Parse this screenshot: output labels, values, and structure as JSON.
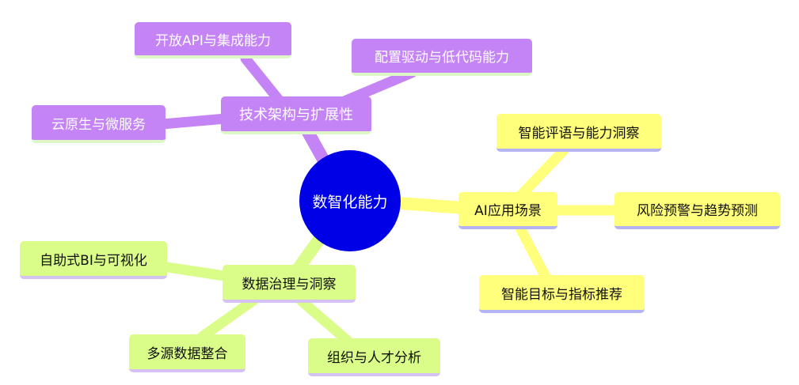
{
  "root": {
    "label": "数智化能力",
    "color": "#0000e6"
  },
  "branches": [
    {
      "label": "技术架构与扩展性",
      "color": "#c584f6",
      "children": [
        "开放API与集成能力",
        "配置驱动与低代码能力",
        "云原生与微服务"
      ]
    },
    {
      "label": "AI应用场景",
      "color": "#ffff7c",
      "children": [
        "智能评语与能力洞察",
        "风险预警与趋势预测",
        "智能目标与指标推荐"
      ]
    },
    {
      "label": "数据治理与洞察",
      "color": "#d9fd88",
      "children": [
        "自助式BI与可视化",
        "多源数据整合",
        "组织与人才分析"
      ]
    }
  ]
}
